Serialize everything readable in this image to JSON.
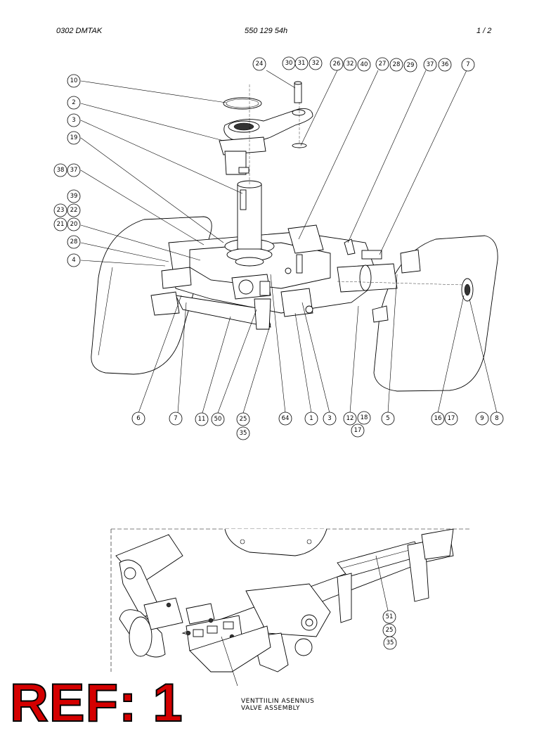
{
  "header": {
    "left": "0302  DMTAK",
    "center": "550 129 54h",
    "right": "1 /  2"
  },
  "callouts_top": [
    "24",
    "30",
    "31",
    "32",
    "26",
    "32",
    "40",
    "27",
    "28",
    "29",
    "37",
    "36",
    "7"
  ],
  "callouts_left": [
    "10",
    "2",
    "3",
    "19",
    "38",
    "37",
    "39",
    "23",
    "22",
    "21",
    "20",
    "28",
    "4"
  ],
  "callouts_bottom": [
    "6",
    "7",
    "11",
    "50",
    "25",
    "35",
    "64",
    "1",
    "3",
    "12",
    "18",
    "17",
    "5",
    "16",
    "17",
    "9",
    "8"
  ],
  "callouts_detail": [
    "51",
    "25",
    "35"
  ],
  "ref_label": "REF: 1",
  "caption": {
    "line1": "VENTTIILIN ASENNUS",
    "line2": "VALVE ASSEMBLY"
  }
}
